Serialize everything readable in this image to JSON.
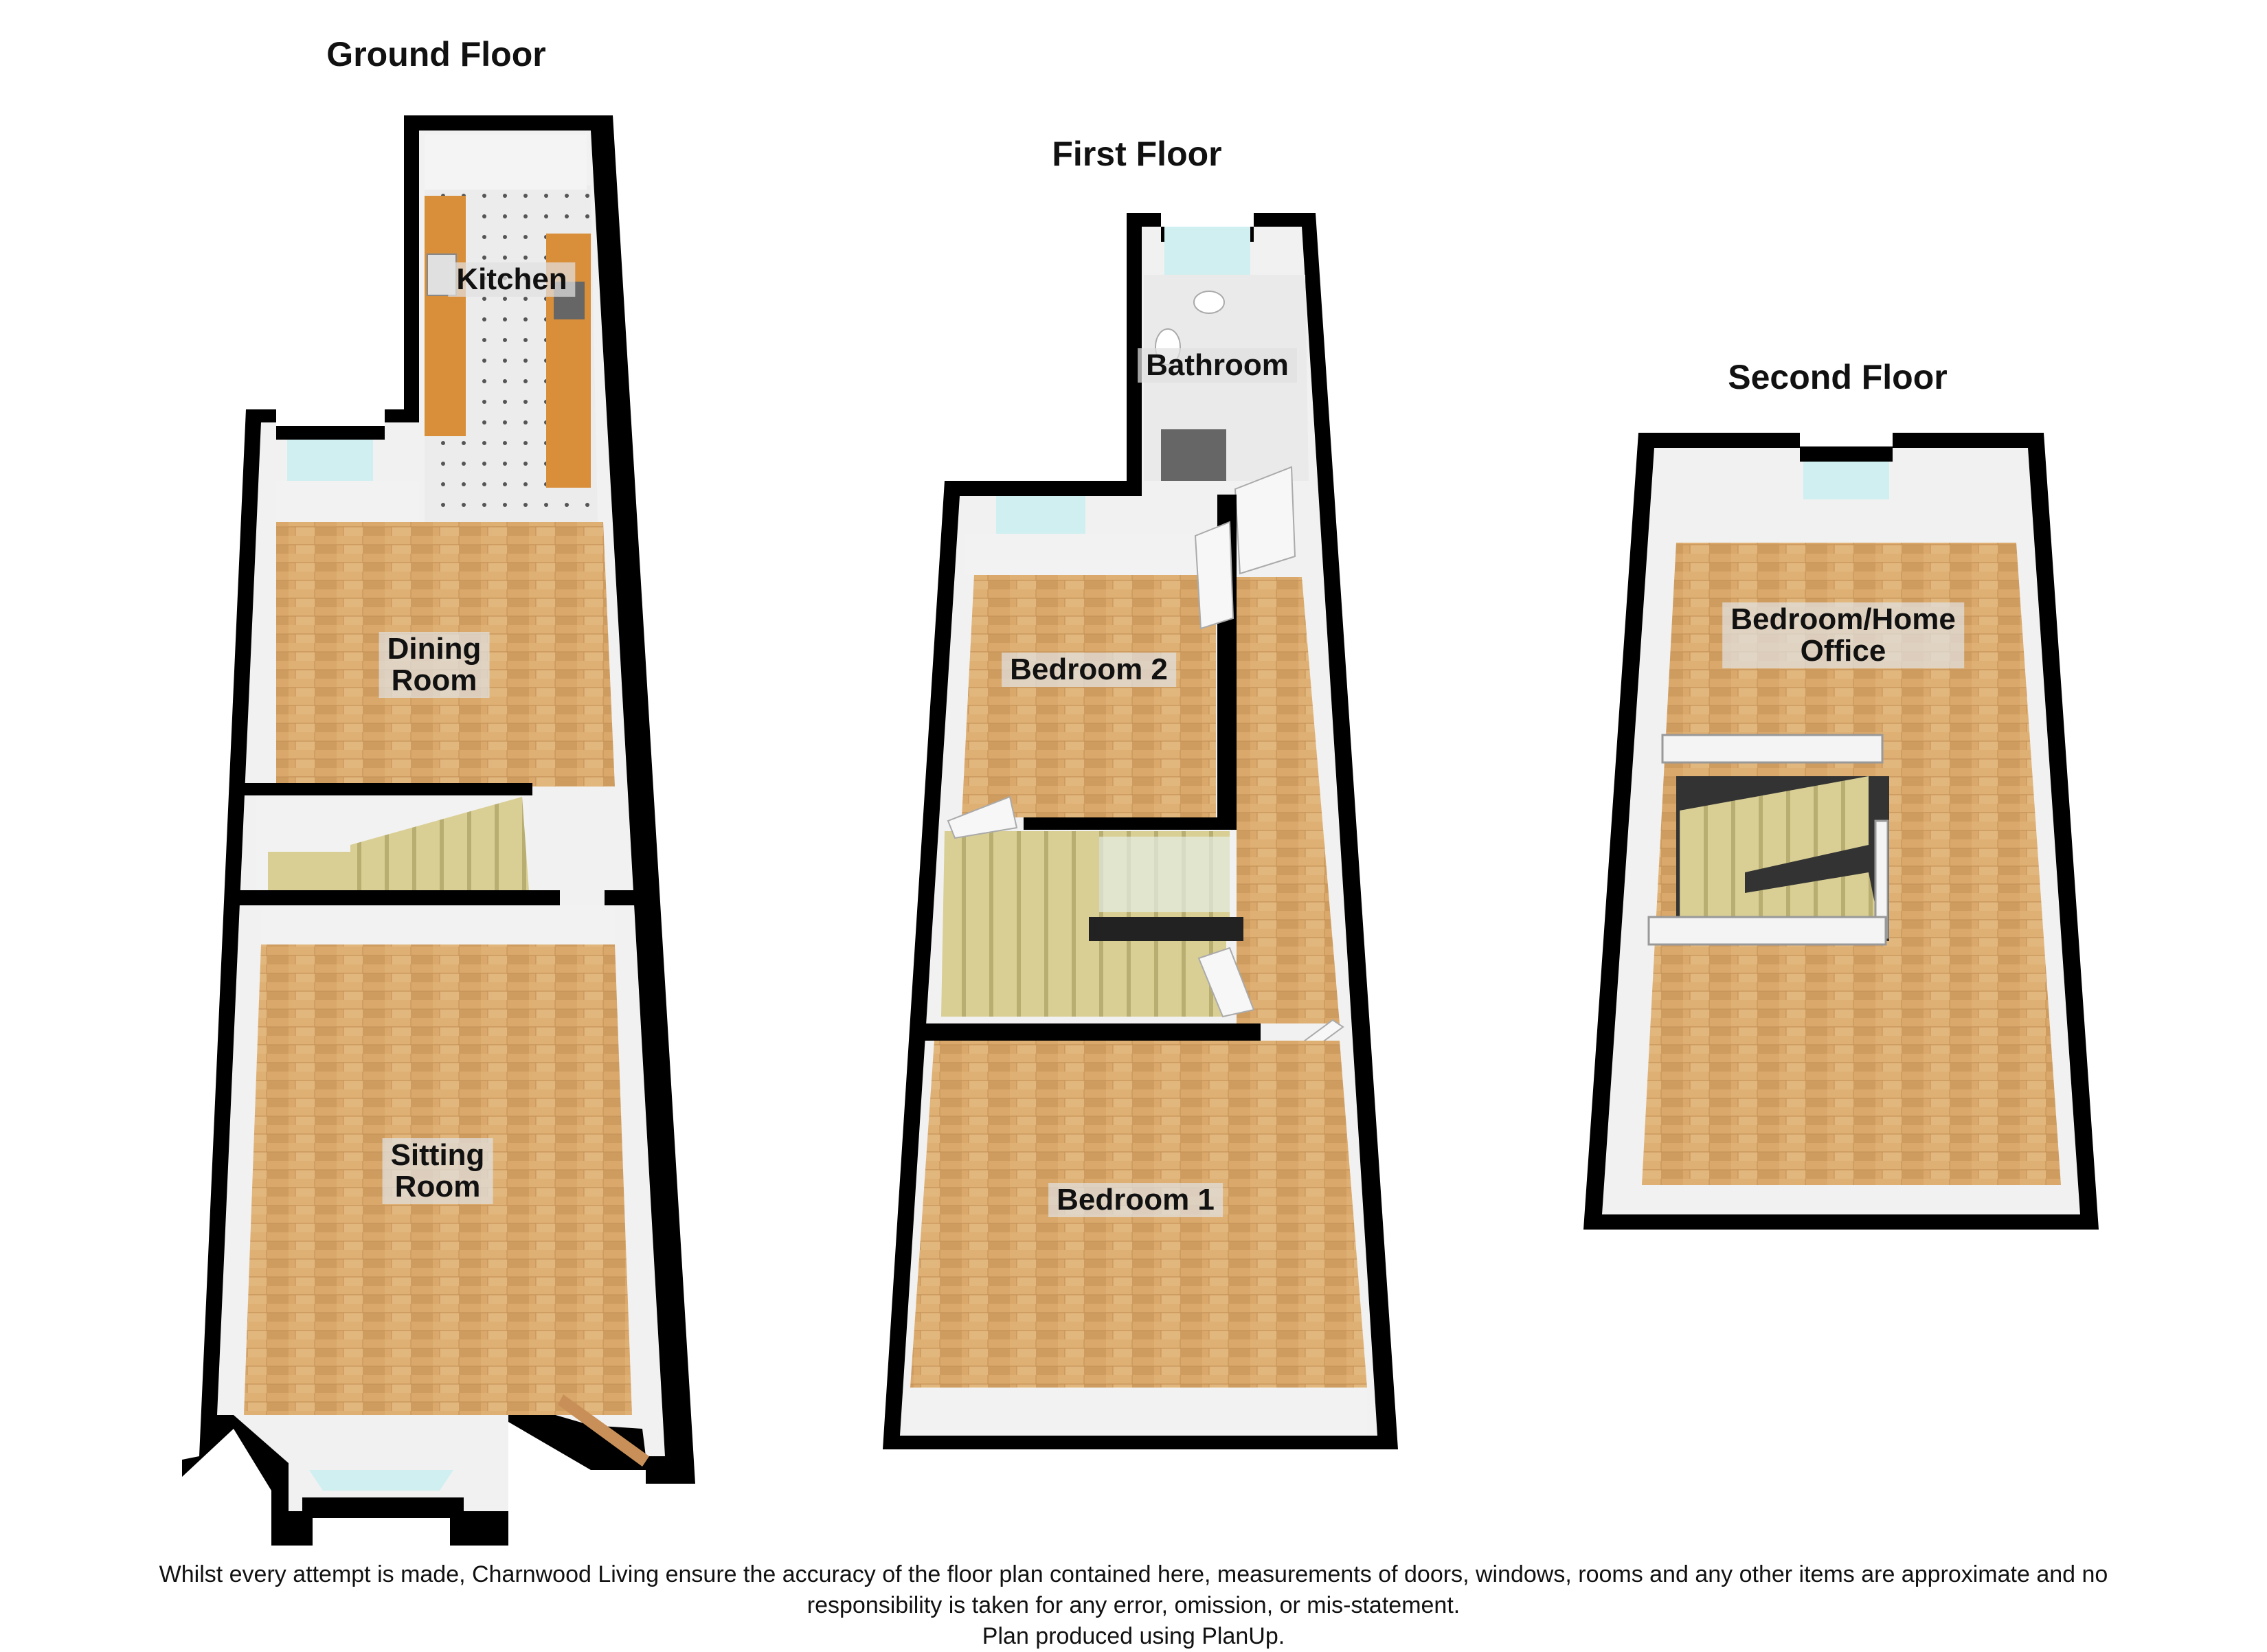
{
  "floors": {
    "ground": {
      "title": "Ground Floor",
      "rooms": {
        "kitchen": [
          "Kitchen"
        ],
        "dining": [
          "Dining",
          "Room"
        ],
        "sitting": [
          "Sitting",
          "Room"
        ]
      }
    },
    "first": {
      "title": "First Floor",
      "rooms": {
        "bathroom": [
          "Bathroom"
        ],
        "bedroom2": [
          "Bedroom 2"
        ],
        "bedroom1": [
          "Bedroom 1"
        ]
      }
    },
    "second": {
      "title": "Second Floor",
      "rooms": {
        "office": [
          "Bedroom/Home",
          "Office"
        ]
      }
    }
  },
  "disclaimer": {
    "line1": "Whilst every attempt is made, Charnwood Living ensure the accuracy of the floor plan contained here, measurements of doors, windows, rooms and any other items are approximate and no",
    "line2": "responsibility is taken for any error, omission, or mis-statement.",
    "line3": "Plan produced using PlanUp."
  },
  "colors": {
    "wall": "#000000",
    "floor_wood": "#d9a86a",
    "floor_tile": "#e8e8e8",
    "stairs": "#d6cc8f",
    "window": "#cfeff0",
    "inner_wall": "#f2f2f2",
    "units": "#d98e3a"
  }
}
